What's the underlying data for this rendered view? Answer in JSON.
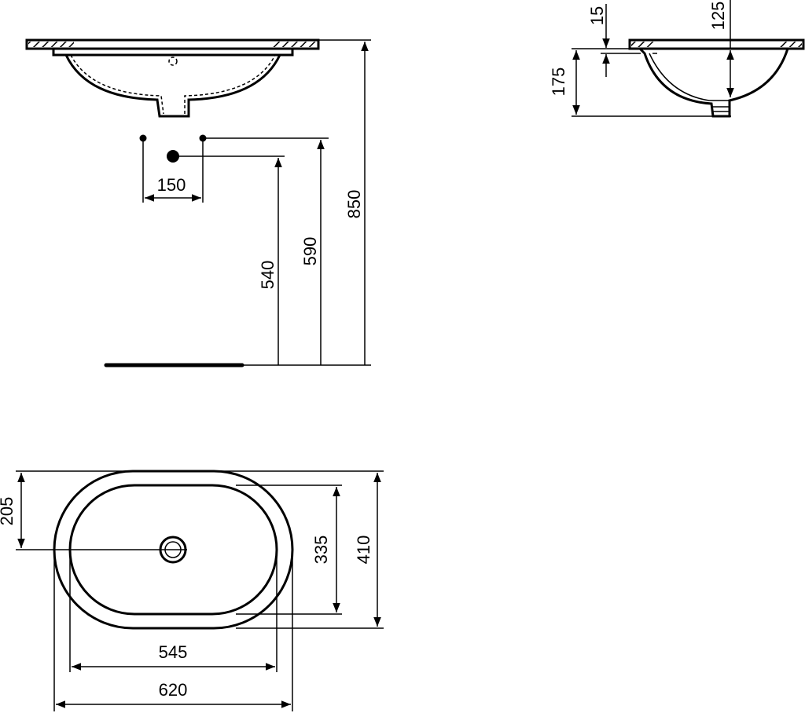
{
  "drawing": {
    "units": "mm",
    "front_view": {
      "tap_spacing": "150",
      "waste_height": "540",
      "tap_height": "590",
      "counter_height": "850"
    },
    "side_view": {
      "counter_thickness": "15",
      "bowl_depth": "125",
      "total_depth": "175"
    },
    "plan_view": {
      "drain_offset": "205",
      "inner_depth": "335",
      "outer_depth": "410",
      "inner_width": "545",
      "outer_width": "620"
    }
  }
}
